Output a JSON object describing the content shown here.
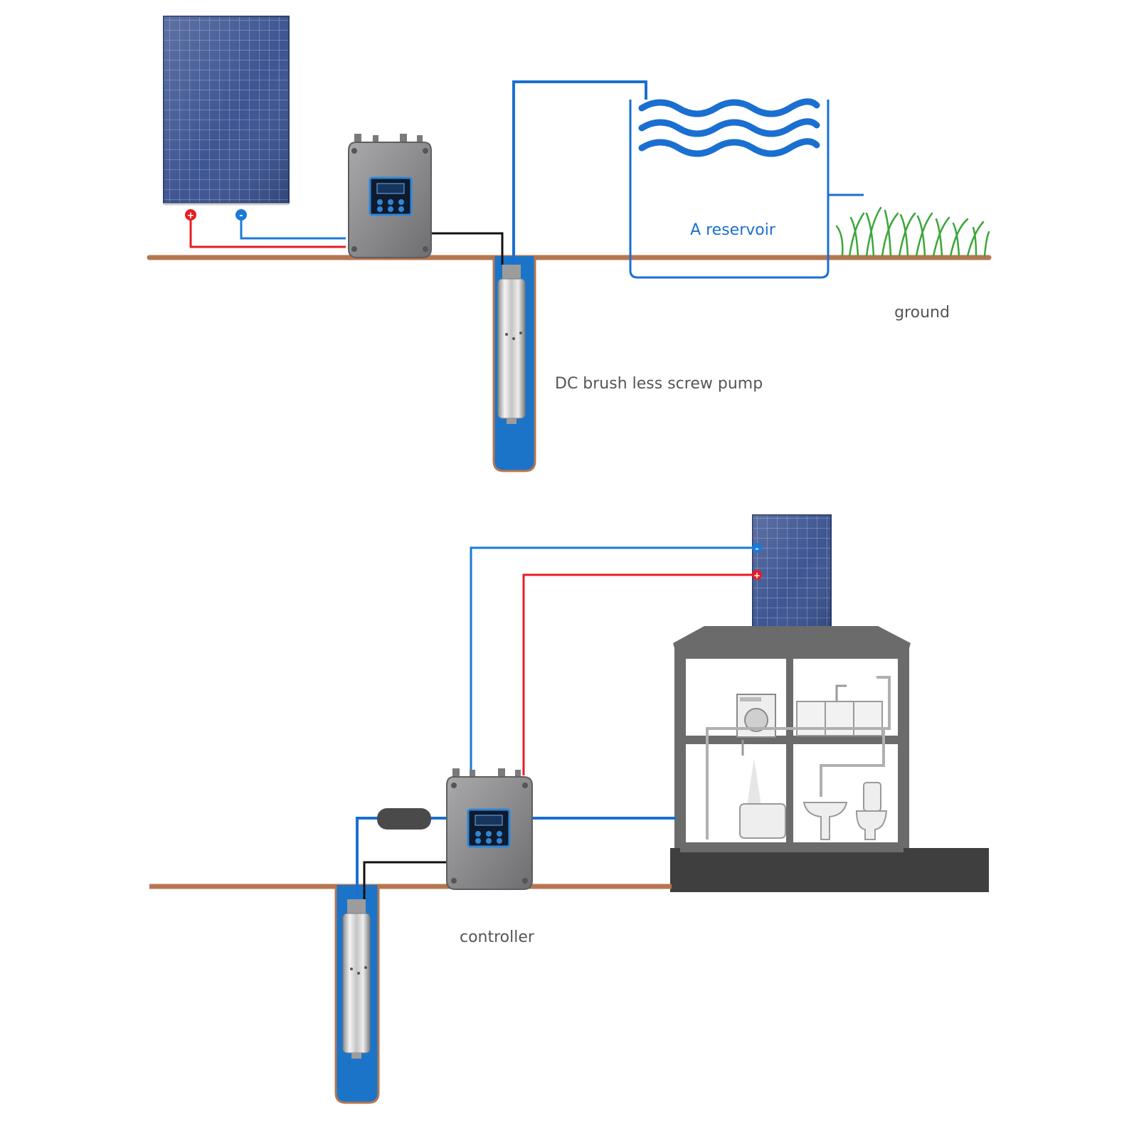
{
  "labels": {
    "reservoir": "A reservoir",
    "ground": "ground",
    "pump": "DC brush less screw pump",
    "controller": "controller"
  },
  "colors": {
    "ground": "#b57650",
    "positive_wire": "#e81c24",
    "negative_wire": "#1a7ad9",
    "dc_cable": "#111111",
    "water_pipe": "#1a6fd0",
    "reservoir_text": "#1a6fd0",
    "label_text": "#555555",
    "well_water": "#1c74c9",
    "house": "#6b6b6b",
    "house_ground": "#3f3f3f",
    "panel_cell": "#344a86",
    "controller_body": "#8e8e90",
    "grass": "#3ba63a"
  },
  "icons": {
    "positive": "+",
    "negative": "-"
  }
}
